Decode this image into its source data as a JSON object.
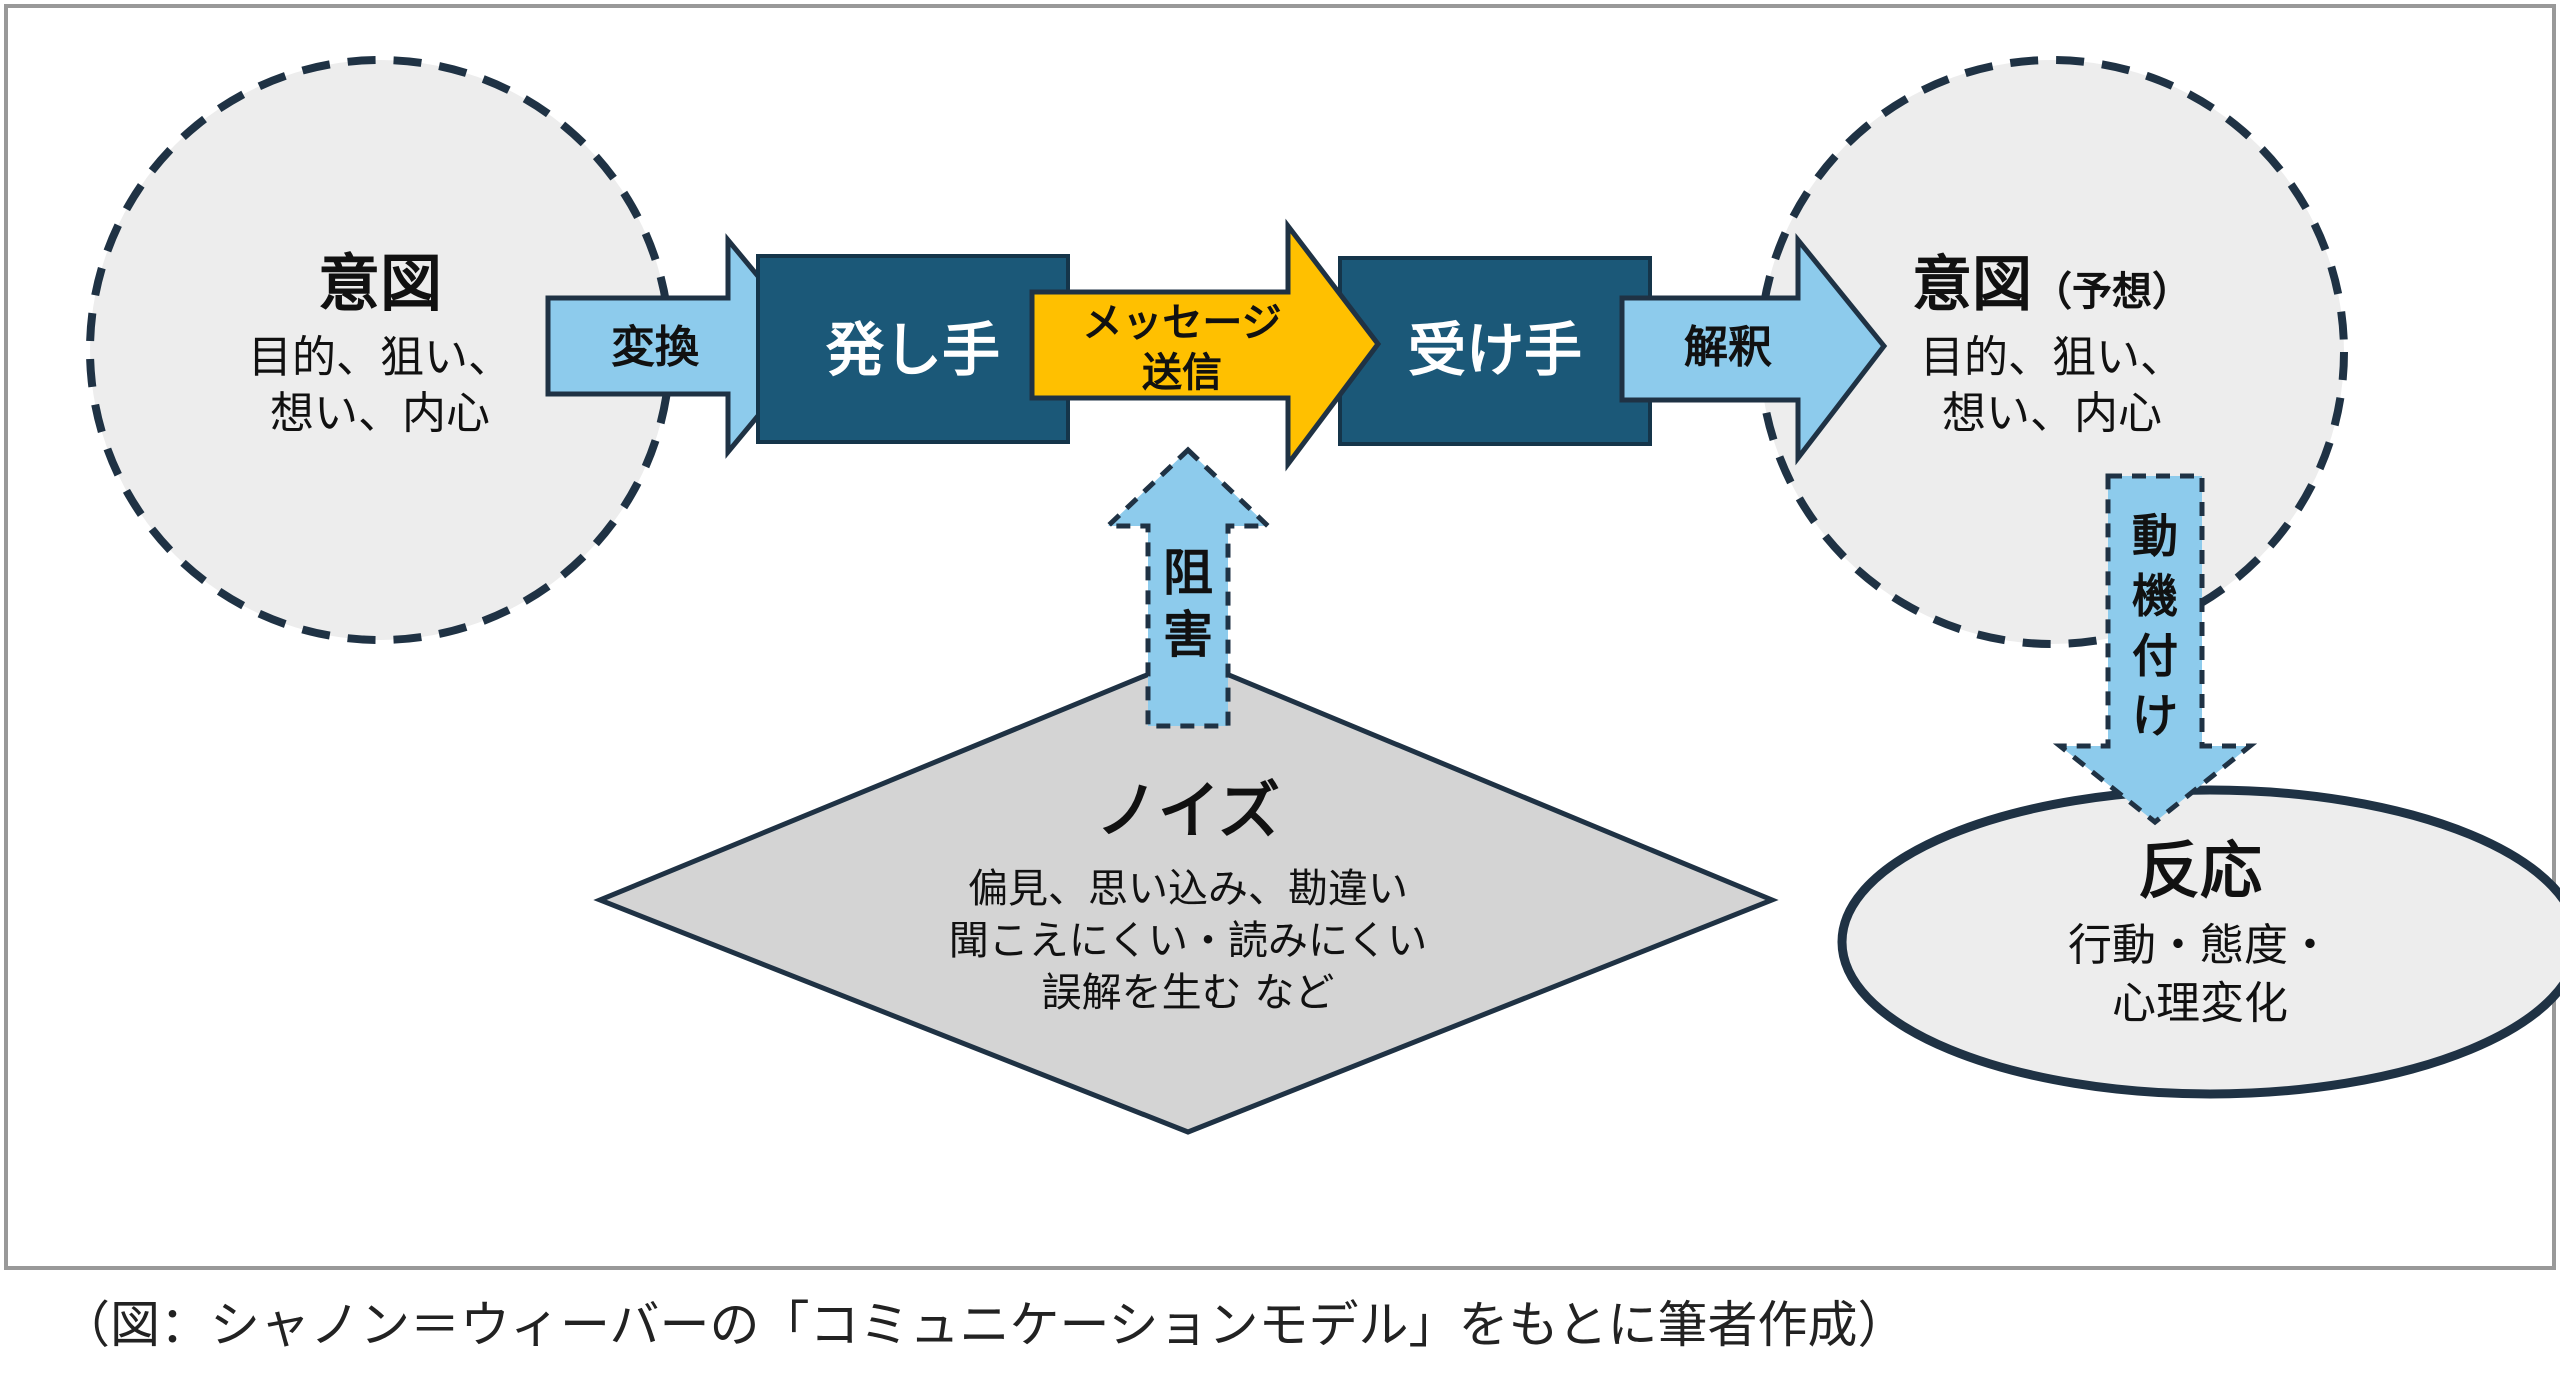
{
  "sender_intent": {
    "title": "意図",
    "lines": [
      "目的、狙い、",
      "想い、内心"
    ]
  },
  "receiver_intent": {
    "title": "意図",
    "subtitle": "（予想）",
    "lines": [
      "目的、狙い、",
      "想い、内心"
    ]
  },
  "convert_arrow": {
    "label": "変換"
  },
  "sender_box": {
    "label": "発し手"
  },
  "message_arrow": {
    "line1": "メッセージ",
    "line2": "送信"
  },
  "receiver_box": {
    "label": "受け手"
  },
  "interpret_arrow": {
    "label": "解釈"
  },
  "obstruct_arrow": {
    "chars": [
      "阻",
      "害"
    ]
  },
  "noise": {
    "title": "ノイズ",
    "lines": [
      "偏見、思い込み、勘違い",
      "聞こえにくい・読みにくい",
      "誤解を生む など"
    ]
  },
  "motivate_arrow": {
    "chars": [
      "動",
      "機",
      "付",
      "け"
    ]
  },
  "reaction": {
    "title": "反応",
    "lines": [
      "行動・態度・",
      "心理変化"
    ]
  },
  "caption": "（図：シャノン＝ウィーバーの「コミュニケーションモデル」をもとに筆者作成）",
  "colors": {
    "dark_teal": "#1b5878",
    "light_blue": "#8dcbec",
    "gold": "#ffc000",
    "circle_fill": "#ededed",
    "outline": "#1f3244",
    "diamond_fill": "#d4d4d4"
  }
}
